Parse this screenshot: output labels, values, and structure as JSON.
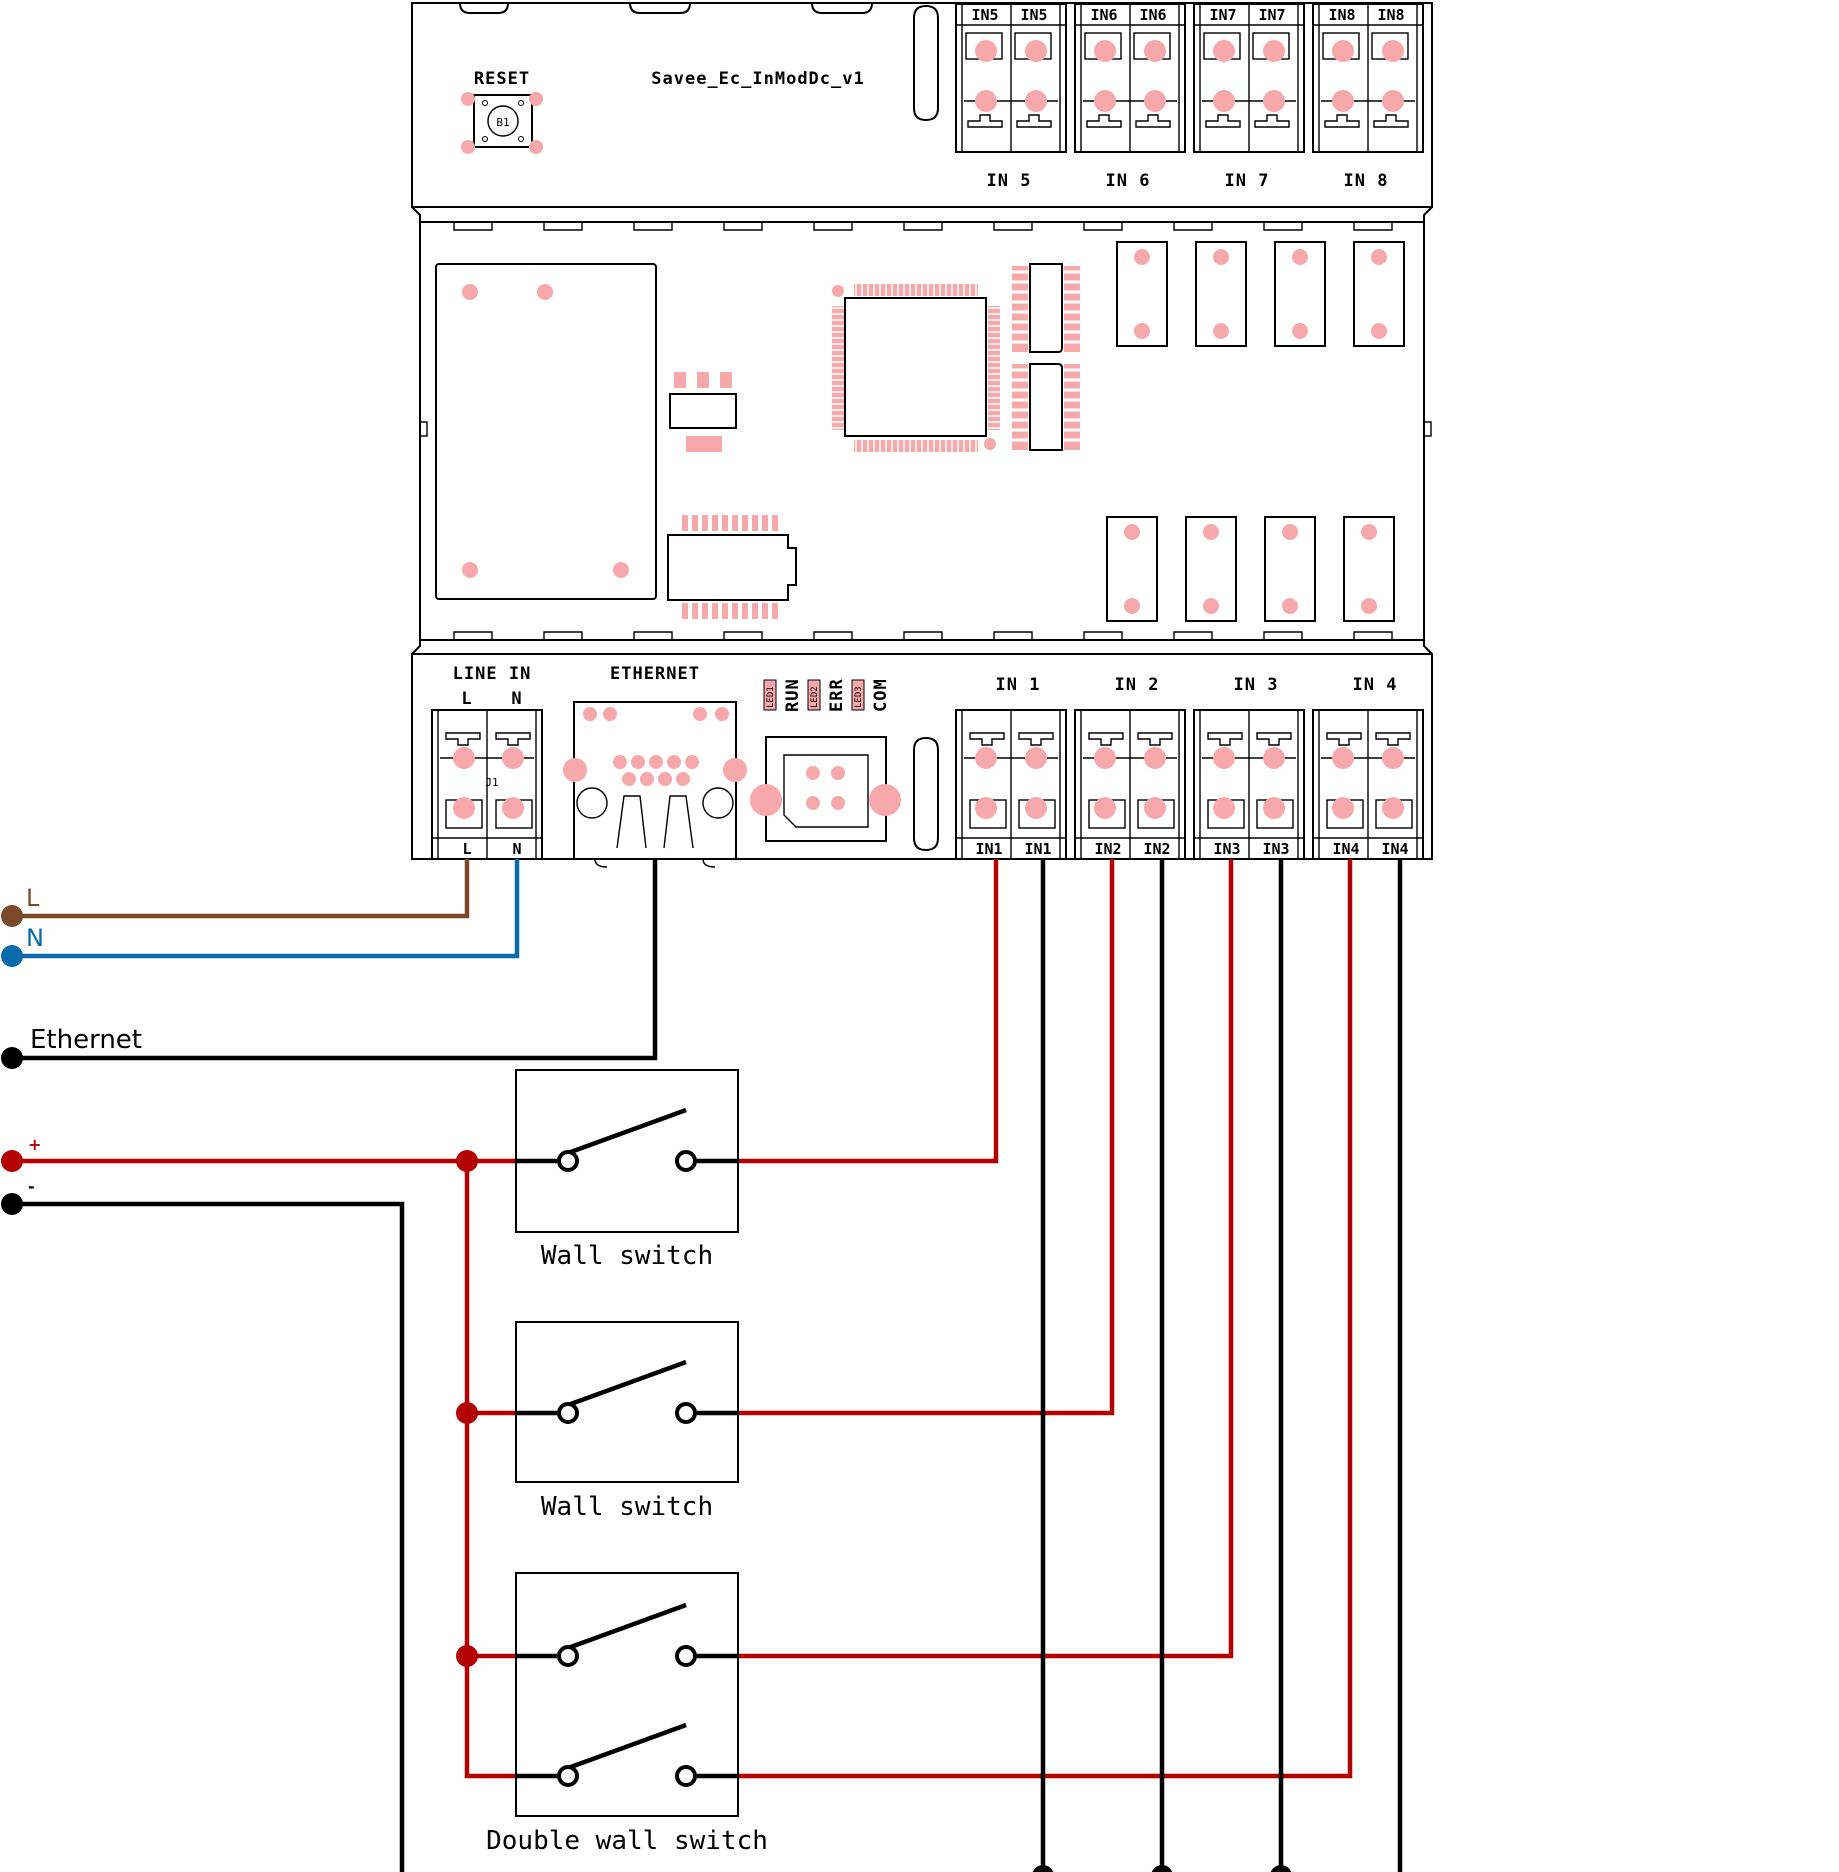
{
  "module": {
    "board_name": "Savee_Ec_InModDc_v1",
    "reset_label": "RESET",
    "button_ref": "B1",
    "connector_ref": "J1",
    "line_in": {
      "title": "LINE IN",
      "terminals": [
        "L",
        "N"
      ]
    },
    "ethernet_label": "ETHERNET",
    "leds": [
      {
        "ref": "LED1",
        "label": "RUN"
      },
      {
        "ref": "LED2",
        "label": "ERR"
      },
      {
        "ref": "LED3",
        "label": "COM"
      }
    ],
    "top_inputs": [
      {
        "title": "IN 5",
        "terminals": [
          "IN5",
          "IN5"
        ]
      },
      {
        "title": "IN 6",
        "terminals": [
          "IN6",
          "IN6"
        ]
      },
      {
        "title": "IN 7",
        "terminals": [
          "IN7",
          "IN7"
        ]
      },
      {
        "title": "IN 8",
        "terminals": [
          "IN8",
          "IN8"
        ]
      }
    ],
    "bottom_inputs": [
      {
        "title": "IN 1",
        "terminals": [
          "IN1",
          "IN1"
        ]
      },
      {
        "title": "IN 2",
        "terminals": [
          "IN2",
          "IN2"
        ]
      },
      {
        "title": "IN 3",
        "terminals": [
          "IN3",
          "IN3"
        ]
      },
      {
        "title": "IN 4",
        "terminals": [
          "IN4",
          "IN4"
        ]
      }
    ]
  },
  "wiring": {
    "l_label": "L",
    "n_label": "N",
    "ethernet_label": "Ethernet",
    "plus_label": "+",
    "minus_label": "-",
    "colors": {
      "L": "#7a4a28",
      "N": "#0a6aaa",
      "positive": "#b30000",
      "negative": "#000000"
    }
  },
  "switches": [
    {
      "label": "Wall switch"
    },
    {
      "label": "Wall switch"
    },
    {
      "label": "Double wall switch"
    }
  ]
}
